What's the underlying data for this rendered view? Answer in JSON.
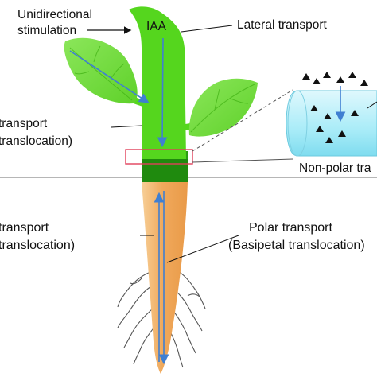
{
  "labels": {
    "unidirectional_line1": "Unidirectional",
    "unidirectional_line2": "stimulation",
    "iaa": "IAA",
    "lateral_transport": "Lateral transport",
    "left_upper_line1": "transport",
    "left_upper_line2": "translocation)",
    "non_polar": "Non-polar tra",
    "left_lower_line1": "transport",
    "left_lower_line2": "translocation)",
    "polar_line1": "Polar transport",
    "polar_line2": "(Basipetal translocation)"
  },
  "colors": {
    "shoot_green": "#55d61e",
    "leaf_green": "#7ee04a",
    "stem_base": "#1f8a0e",
    "root_orange": "#f2b46e",
    "arrow_blue": "#3f7fd2",
    "inset_cyan": "#bff2fb",
    "highlight_red": "#e0405a"
  }
}
